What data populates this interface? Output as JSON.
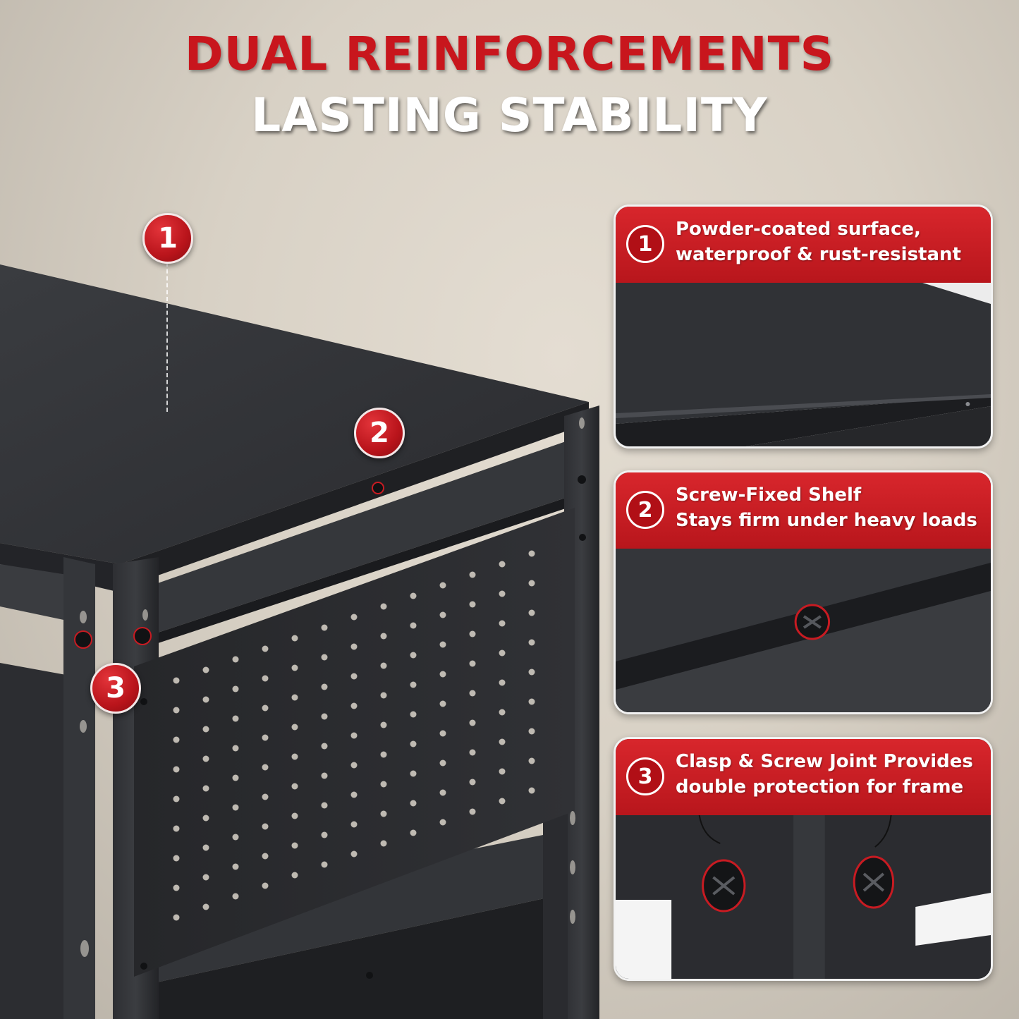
{
  "headline": {
    "line1": "DUAL REINFORCEMENTS",
    "line2": "LASTING STABILITY"
  },
  "colors": {
    "accent_red": "#c8161d",
    "shelf_black": "#2a2b2e",
    "wall": "#d8d1c5"
  },
  "markers": [
    {
      "number": "1"
    },
    {
      "number": "2"
    },
    {
      "number": "3"
    }
  ],
  "features": [
    {
      "number": "1",
      "line1": "Powder-coated surface,",
      "line2": "waterproof & rust-resistant"
    },
    {
      "number": "2",
      "line1": "Screw-Fixed Shelf",
      "line2": "Stays firm under heavy loads"
    },
    {
      "number": "3",
      "line1": "Clasp & Screw Joint Provides",
      "line2": "double protection for frame"
    }
  ]
}
